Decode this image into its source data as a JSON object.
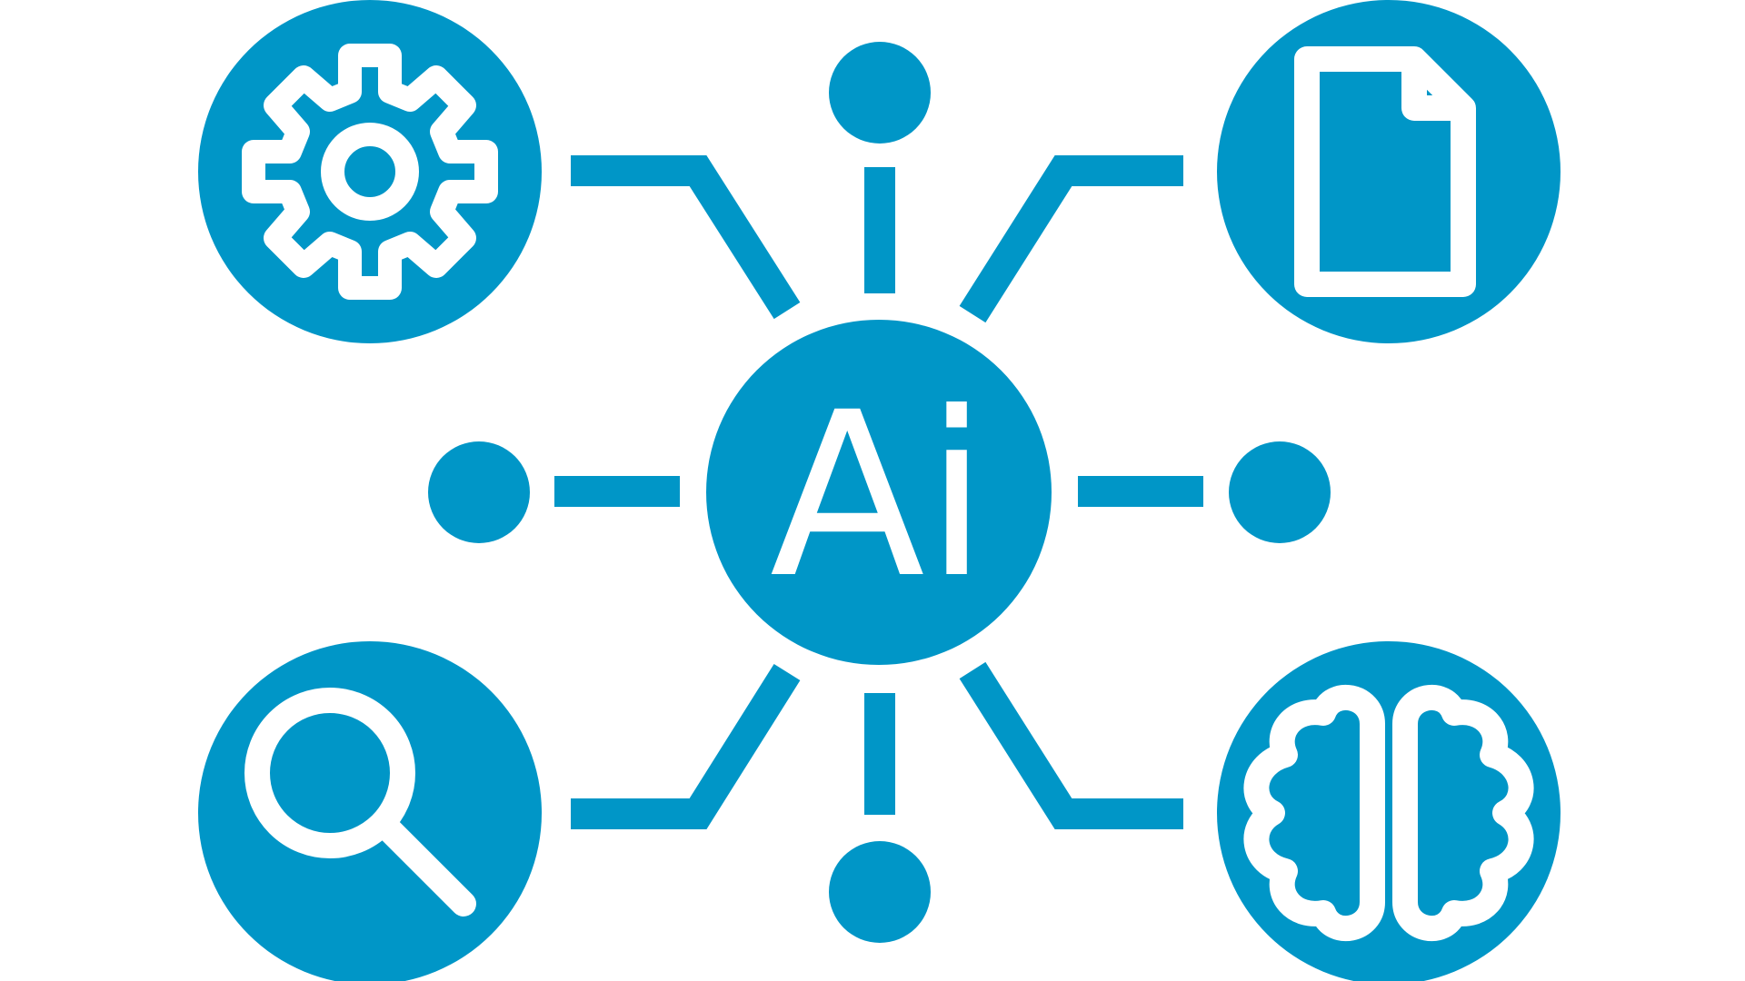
{
  "diagram": {
    "center": {
      "label": "Ai"
    },
    "colors": {
      "primary": "#0096c7",
      "background": "#ffffff",
      "icon": "#ffffff"
    },
    "nodes": [
      {
        "id": "settings",
        "icon": "gear-icon"
      },
      {
        "id": "document",
        "icon": "document-icon"
      },
      {
        "id": "search",
        "icon": "magnifier-icon"
      },
      {
        "id": "brain",
        "icon": "brain-icon"
      },
      {
        "id": "top",
        "icon": "dot"
      },
      {
        "id": "bottom",
        "icon": "dot"
      },
      {
        "id": "left",
        "icon": "dot"
      },
      {
        "id": "right",
        "icon": "dot"
      }
    ]
  }
}
